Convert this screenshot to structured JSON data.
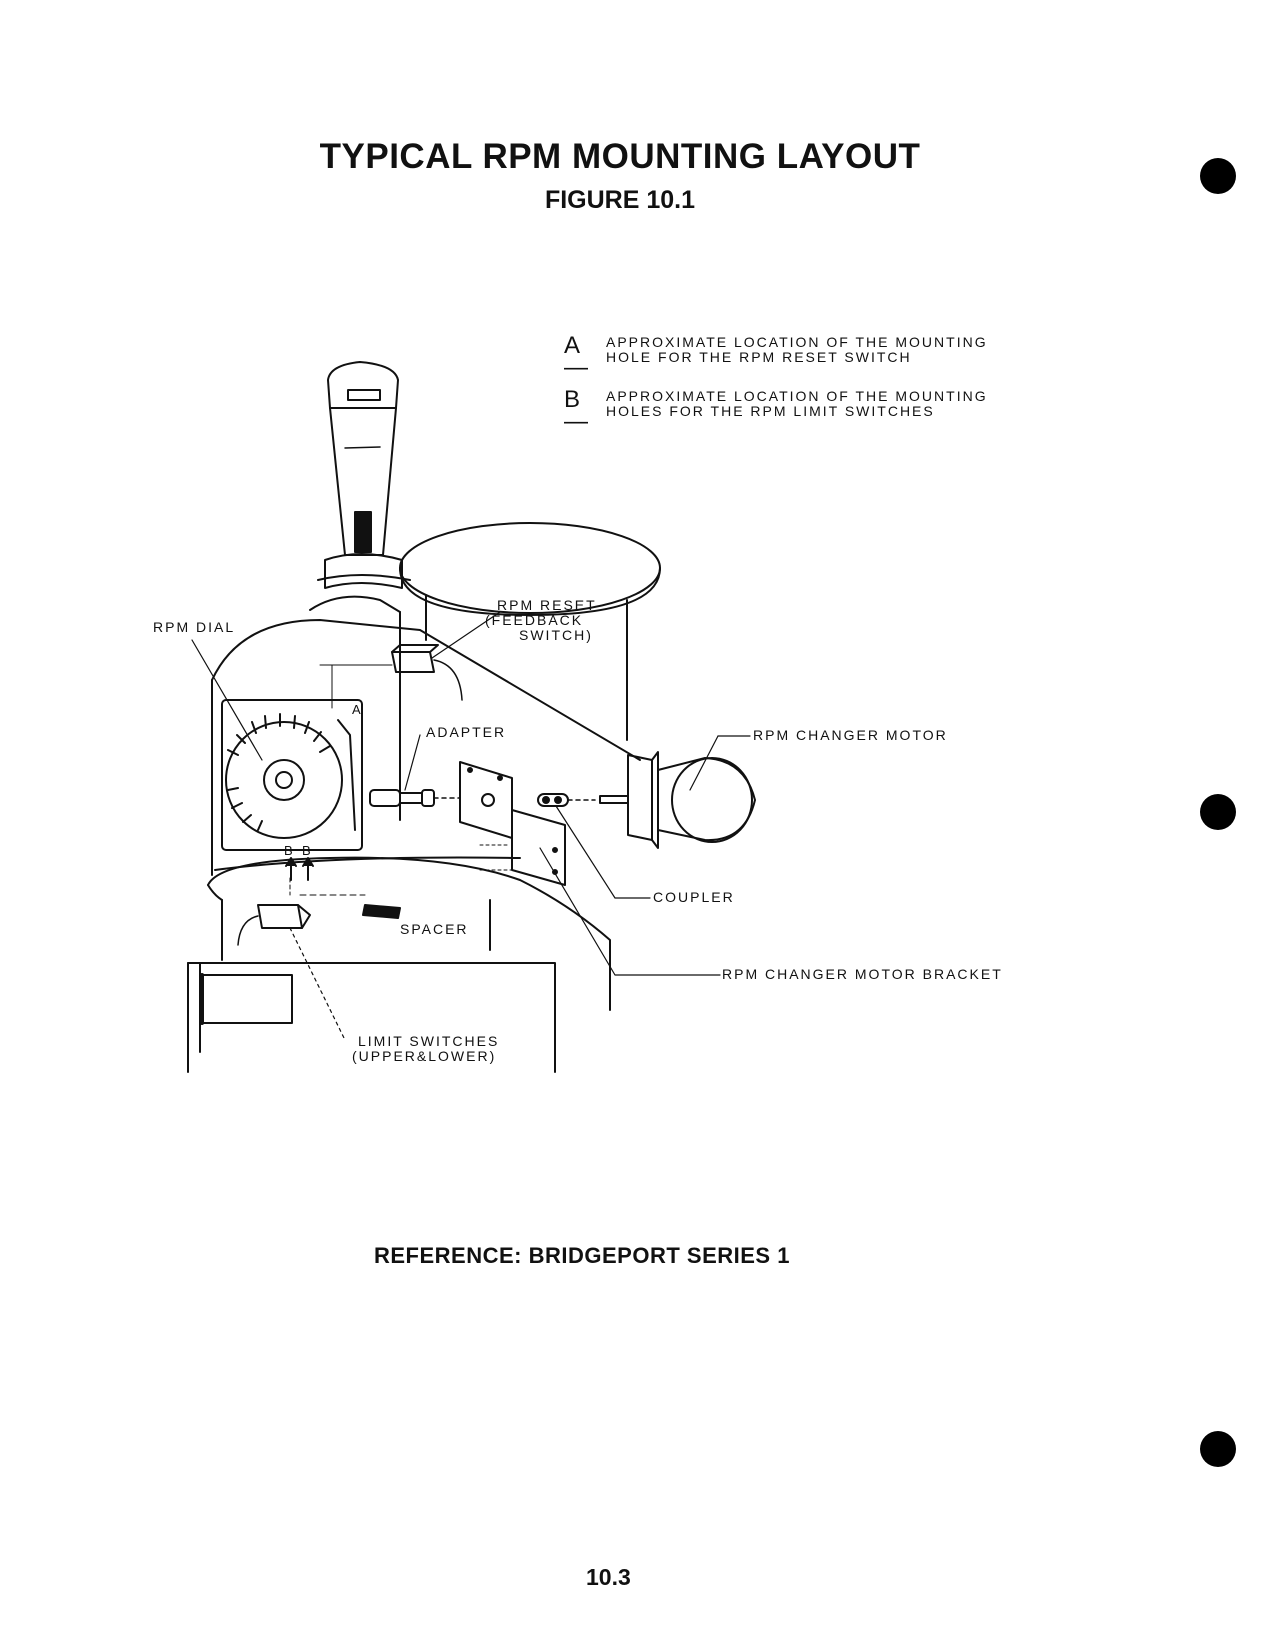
{
  "header": {
    "title": "TYPICAL RPM MOUNTING LAYOUT",
    "figure": "FIGURE 10.1"
  },
  "legend": {
    "items": [
      {
        "key": "A—",
        "lines": [
          "APPROXIMATE LOCATION OF THE MOUNTING",
          "HOLE FOR THE RPM RESET SWITCH"
        ]
      },
      {
        "key": "B—",
        "lines": [
          "APPROXIMATE LOCATION OF THE MOUNTING",
          "HOLES FOR THE RPM LIMIT SWITCHES"
        ]
      }
    ]
  },
  "diagram": {
    "labels": {
      "rpm_dial": "RPM DIAL",
      "rpm_reset_1": "RPM RESET",
      "rpm_reset_2": "(FEEDBACK",
      "rpm_reset_3": "SWITCH)",
      "adapter": "ADAPTER",
      "rpm_changer_motor": "RPM CHANGER MOTOR",
      "coupler": "COUPLER",
      "spacer": "SPACER",
      "motor_bracket": "RPM CHANGER MOTOR BRACKET",
      "limit_switches_1": "LIMIT SWITCHES",
      "limit_switches_2": "(UPPER&LOWER)",
      "marker_a": "A",
      "marker_b1": "B",
      "marker_b2": "B"
    }
  },
  "footer": {
    "reference": "REFERENCE:  BRIDGEPORT SERIES 1",
    "page_number": "10.3"
  }
}
